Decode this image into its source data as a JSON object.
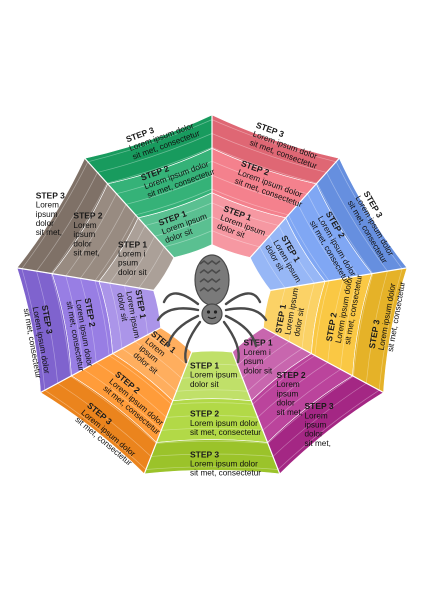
{
  "colors": {
    "red": "#f2707e",
    "blue": "#6f9bf2",
    "yellow": "#f9c12b",
    "magenta": "#b22a8f",
    "lime": "#a8d42e",
    "orange": "#ff8f1f",
    "purple": "#8a6ce0",
    "brown": "#8a7b70",
    "green": "#1aa866",
    "spider": "#7a7a7a",
    "spider_dark": "#4a4a4a"
  },
  "icons": {
    "center": "spider-icon"
  },
  "sectors": [
    {
      "id": "red-top-left",
      "color_key": "red",
      "steps": [
        {
          "label": "STEP 1",
          "text": [
            "Lorem ipsum",
            "dolor sit"
          ]
        },
        {
          "label": "STEP 2",
          "text": [
            "Lorem ipsum dolor",
            "sit met, consectetur"
          ]
        },
        {
          "label": "STEP 3",
          "text": [
            "Lorem ipsum dolor",
            "sit met, consectetur"
          ]
        }
      ]
    },
    {
      "id": "blue-top-right",
      "color_key": "blue",
      "steps": [
        {
          "label": "STEP 1",
          "text": [
            "Lorem ipsum",
            "dolor sit"
          ]
        },
        {
          "label": "STEP 2",
          "text": [
            "Lorem ipsum dolor",
            "sit met, consectetur"
          ]
        },
        {
          "label": "STEP 3",
          "text": [
            "Lorem ipsum dolor",
            "sit met, consectetur"
          ]
        }
      ]
    },
    {
      "id": "yellow-right",
      "color_key": "yellow",
      "steps": [
        {
          "label": "STEP 1",
          "text": [
            "Lorem ipsum",
            "dolor sit"
          ]
        },
        {
          "label": "STEP 2",
          "text": [
            "Lorem ipsum dolor",
            "sit met, consectetur"
          ]
        },
        {
          "label": "STEP 3",
          "text": [
            "Lorem ipsum dolor",
            "sit met, consectetur"
          ]
        }
      ]
    },
    {
      "id": "magenta-right",
      "color_key": "magenta",
      "steps": [
        {
          "label": "STEP 1",
          "text": [
            "Lorem i",
            "psum",
            "dolor sit"
          ]
        },
        {
          "label": "STEP 2",
          "text": [
            "Lorem",
            "ipsum",
            "dolor",
            "sit met,"
          ]
        },
        {
          "label": "STEP 3",
          "text": [
            "Lorem",
            "ipsum",
            "dolor",
            "sit met,"
          ]
        }
      ]
    },
    {
      "id": "lime-bottom-right",
      "color_key": "lime",
      "steps": [
        {
          "label": "STEP 1",
          "text": [
            "Lorem ipsum",
            "dolor sit"
          ]
        },
        {
          "label": "STEP 2",
          "text": [
            "Lorem ipsum dolor",
            "sit met, consectetur"
          ]
        },
        {
          "label": "STEP 3",
          "text": [
            "Lorem ipsum dolor",
            "sit met, consectetur"
          ]
        }
      ]
    },
    {
      "id": "orange-bottom",
      "color_key": "orange",
      "steps": [
        {
          "label": "STEP 1",
          "text": [
            "Lorem",
            "ipsum",
            "dolor sit"
          ]
        },
        {
          "label": "STEP 2",
          "text": [
            "Lorem ipsum dolor",
            "sit met, consectetur"
          ]
        },
        {
          "label": "STEP 3",
          "text": [
            "Lorem ipsum dolor",
            "sit met, consectetur"
          ]
        }
      ]
    },
    {
      "id": "purple-bottom-left",
      "color_key": "purple",
      "steps": [
        {
          "label": "STEP 1",
          "text": [
            "Lorem ipsum",
            "dolor sit"
          ]
        },
        {
          "label": "STEP 2",
          "text": [
            "Lorem ipsum dolor",
            "sit met, consectetur"
          ]
        },
        {
          "label": "STEP 3",
          "text": [
            "Lorem ipsum dolor",
            "sit met, consectetur"
          ]
        }
      ]
    },
    {
      "id": "brown-left",
      "color_key": "brown",
      "steps": [
        {
          "label": "STEP 1",
          "text": [
            "Lorem i",
            "psum",
            "dolor sit"
          ]
        },
        {
          "label": "STEP 2",
          "text": [
            "Lorem",
            "ipsum",
            "dolor",
            "sit met,"
          ]
        },
        {
          "label": "STEP 3",
          "text": [
            "Lorem",
            "ipsum",
            "dolor",
            "sit met,"
          ]
        }
      ]
    },
    {
      "id": "green-top-left",
      "color_key": "green",
      "steps": [
        {
          "label": "STEP 1",
          "text": [
            "Lorem ipsum",
            "dolor sit"
          ]
        },
        {
          "label": "STEP 2",
          "text": [
            "Lorem ipsum dolor",
            "sit met, consectetur"
          ]
        },
        {
          "label": "STEP 3",
          "text": [
            "Lorem ipsum dolor",
            "sit met, consectetur"
          ]
        }
      ]
    }
  ]
}
